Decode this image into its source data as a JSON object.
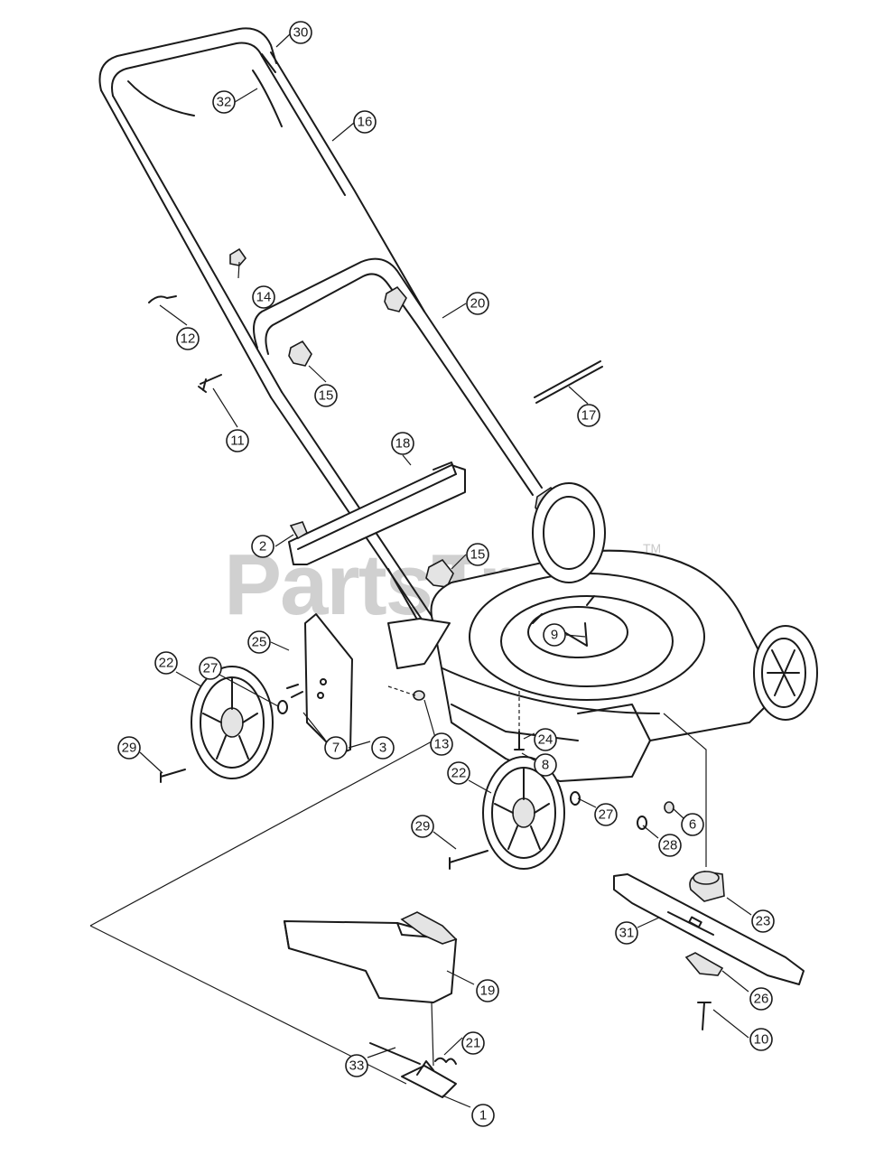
{
  "watermark": {
    "text": "PartsTree",
    "tm": "TM"
  },
  "callouts": {
    "c1": "1",
    "c2": "2",
    "c3": "3",
    "c6": "6",
    "c7": "7",
    "c8": "8",
    "c9": "9",
    "c10": "10",
    "c11": "11",
    "c12": "12",
    "c13": "13",
    "c14": "14",
    "c15a": "15",
    "c15b": "15",
    "c16": "16",
    "c17": "17",
    "c18": "18",
    "c19": "19",
    "c20": "20",
    "c21": "21",
    "c22a": "22",
    "c22b": "22",
    "c23": "23",
    "c24": "24",
    "c25": "25",
    "c26": "26",
    "c27a": "27",
    "c27b": "27",
    "c28": "28",
    "c29a": "29",
    "c29b": "29",
    "c30": "30",
    "c31": "31",
    "c32": "32",
    "c33": "33"
  }
}
